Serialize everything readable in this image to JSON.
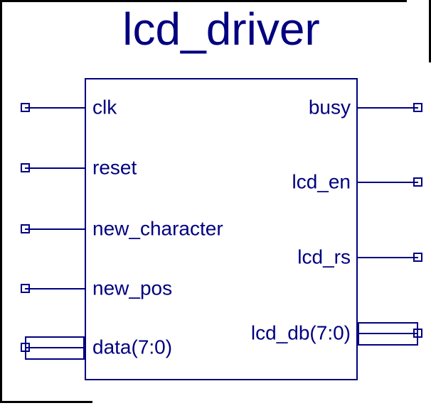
{
  "title": "lcd_driver",
  "colors": {
    "line": "#000080",
    "text": "#000080",
    "frame": "#000000",
    "background": "#ffffff"
  },
  "component": {
    "name": "lcd_driver",
    "inputs": [
      {
        "label": "clk",
        "bus": false
      },
      {
        "label": "reset",
        "bus": false
      },
      {
        "label": "new_character",
        "bus": false
      },
      {
        "label": "new_pos",
        "bus": false
      },
      {
        "label": "data(7:0)",
        "bus": true
      }
    ],
    "outputs": [
      {
        "label": "busy",
        "bus": false
      },
      {
        "label": "lcd_en",
        "bus": false
      },
      {
        "label": "lcd_rs",
        "bus": false
      },
      {
        "label": "lcd_db(7:0)",
        "bus": true
      }
    ]
  }
}
